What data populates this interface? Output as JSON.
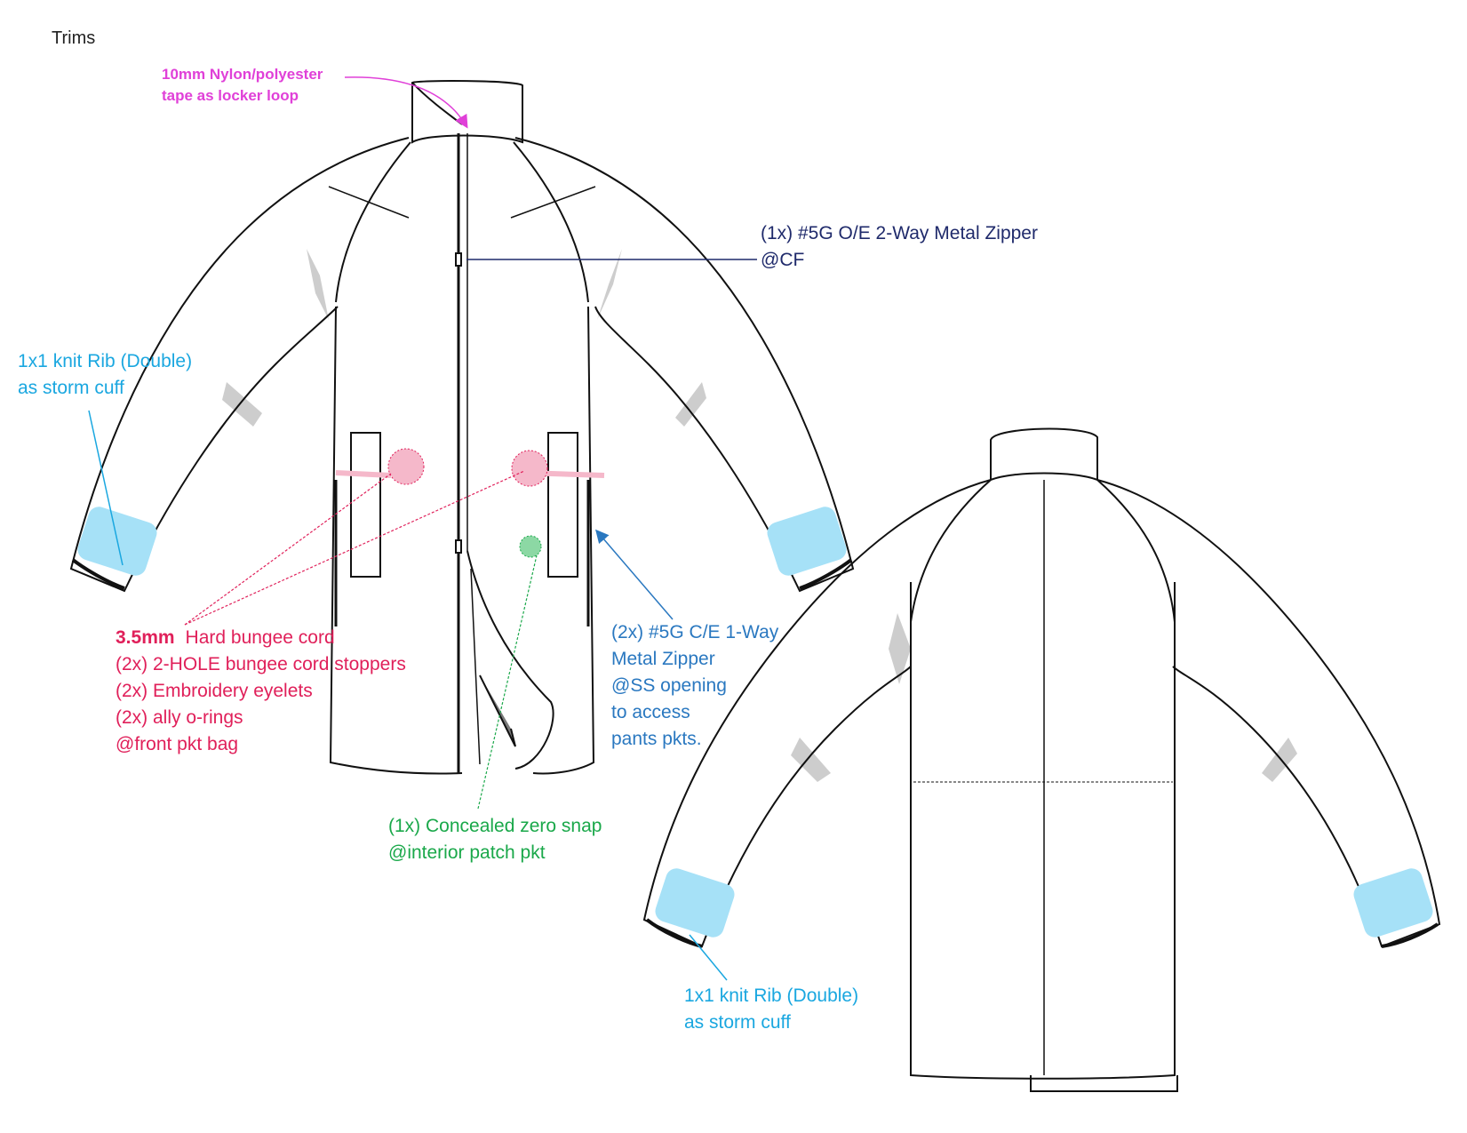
{
  "title": "Trims",
  "colors": {
    "locker": "#e040d8",
    "cf_zipper": "#1f2a6b",
    "rib": "#1aa7e0",
    "rib_fill": "#a6e1f7",
    "bungee": "#e0205a",
    "bungee_fill": "#f5b8ca",
    "ss_zipper": "#2a78c0",
    "snap": "#1aa84a",
    "snap_fill": "#8cd8a4",
    "sketch_line": "#111111",
    "shadow": "#c8c8c8"
  },
  "callouts": {
    "locker_loop": [
      "10mm Nylon/polyester",
      "tape as locker loop"
    ],
    "cf_zipper": [
      "(1x) #5G O/E  2-Way Metal Zipper",
      "@CF"
    ],
    "rib_left": [
      "1x1 knit Rib (Double)",
      "as storm cuff"
    ],
    "rib_right": [
      "1x1 knit Rib (Double)",
      "as storm cuff"
    ],
    "bungee": {
      "size": "3.5mm",
      "first_rest": "Hard bungee cord",
      "lines": [
        "(2x) 2-HOLE bungee cord stoppers",
        "(2x) Embroidery eyelets",
        "(2x) ally o-rings",
        "@front pkt bag"
      ]
    },
    "ss_zipper": [
      "(2x) #5G C/E  1-Way",
      "Metal Zipper",
      "@SS opening",
      "to access",
      "pants pkts."
    ],
    "snap": [
      "(1x) Concealed zero snap",
      "@interior patch pkt"
    ]
  }
}
